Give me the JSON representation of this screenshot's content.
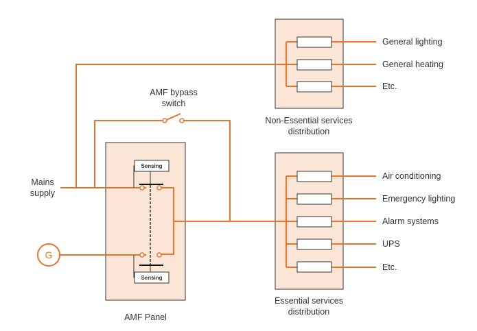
{
  "diagram": {
    "colors": {
      "wire": "#e8742a",
      "panel_fill": "#fbe5d6",
      "panel_border": "#333333",
      "text": "#333333"
    },
    "mains_supply": {
      "label_line1": "Mains",
      "label_line2": "supply"
    },
    "generator": {
      "symbol": "G"
    },
    "bypass_switch": {
      "label_line1": "AMF bypass",
      "label_line2": "switch"
    },
    "amf_panel": {
      "label": "AMF Panel",
      "sensing_top": "Sensing",
      "sensing_bottom": "Sensing"
    },
    "non_essential": {
      "label_line1": "Non-Essential services",
      "label_line2": "distribution",
      "circuits": [
        "General lighting",
        "General heating",
        "Etc."
      ]
    },
    "essential": {
      "label_line1": "Essential services",
      "label_line2": "distribution",
      "circuits": [
        "Air conditioning",
        "Emergency lighting",
        "Alarm systems",
        "UPS",
        "Etc."
      ]
    }
  }
}
